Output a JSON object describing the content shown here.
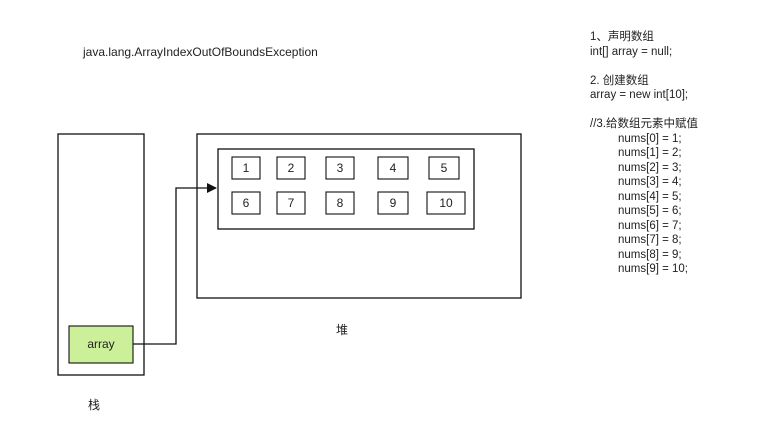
{
  "exception": "java.lang.ArrayIndexOutOfBoundsException",
  "code": {
    "step1_title": "1、声明数组",
    "step1_code": "int[] array = null;",
    "step2_title": "2. 创建数组",
    "step2_code": "array = new int[10];",
    "step3_title": "//3.给数组元素中赋值",
    "assignments": [
      "nums[0] = 1;",
      "nums[1] = 2;",
      "nums[2] = 3;",
      "nums[3] = 4;",
      "nums[4] = 5;",
      "nums[5] = 6;",
      "nums[6] = 7;",
      "nums[7] = 8;",
      "nums[8] = 9;",
      "nums[9] = 10;"
    ]
  },
  "stack": {
    "label": "栈",
    "variable": "array",
    "variable_color": "#ccf09a"
  },
  "heap": {
    "label": "堆",
    "cells": [
      "1",
      "2",
      "3",
      "4",
      "5",
      "6",
      "7",
      "8",
      "9",
      "10"
    ]
  }
}
